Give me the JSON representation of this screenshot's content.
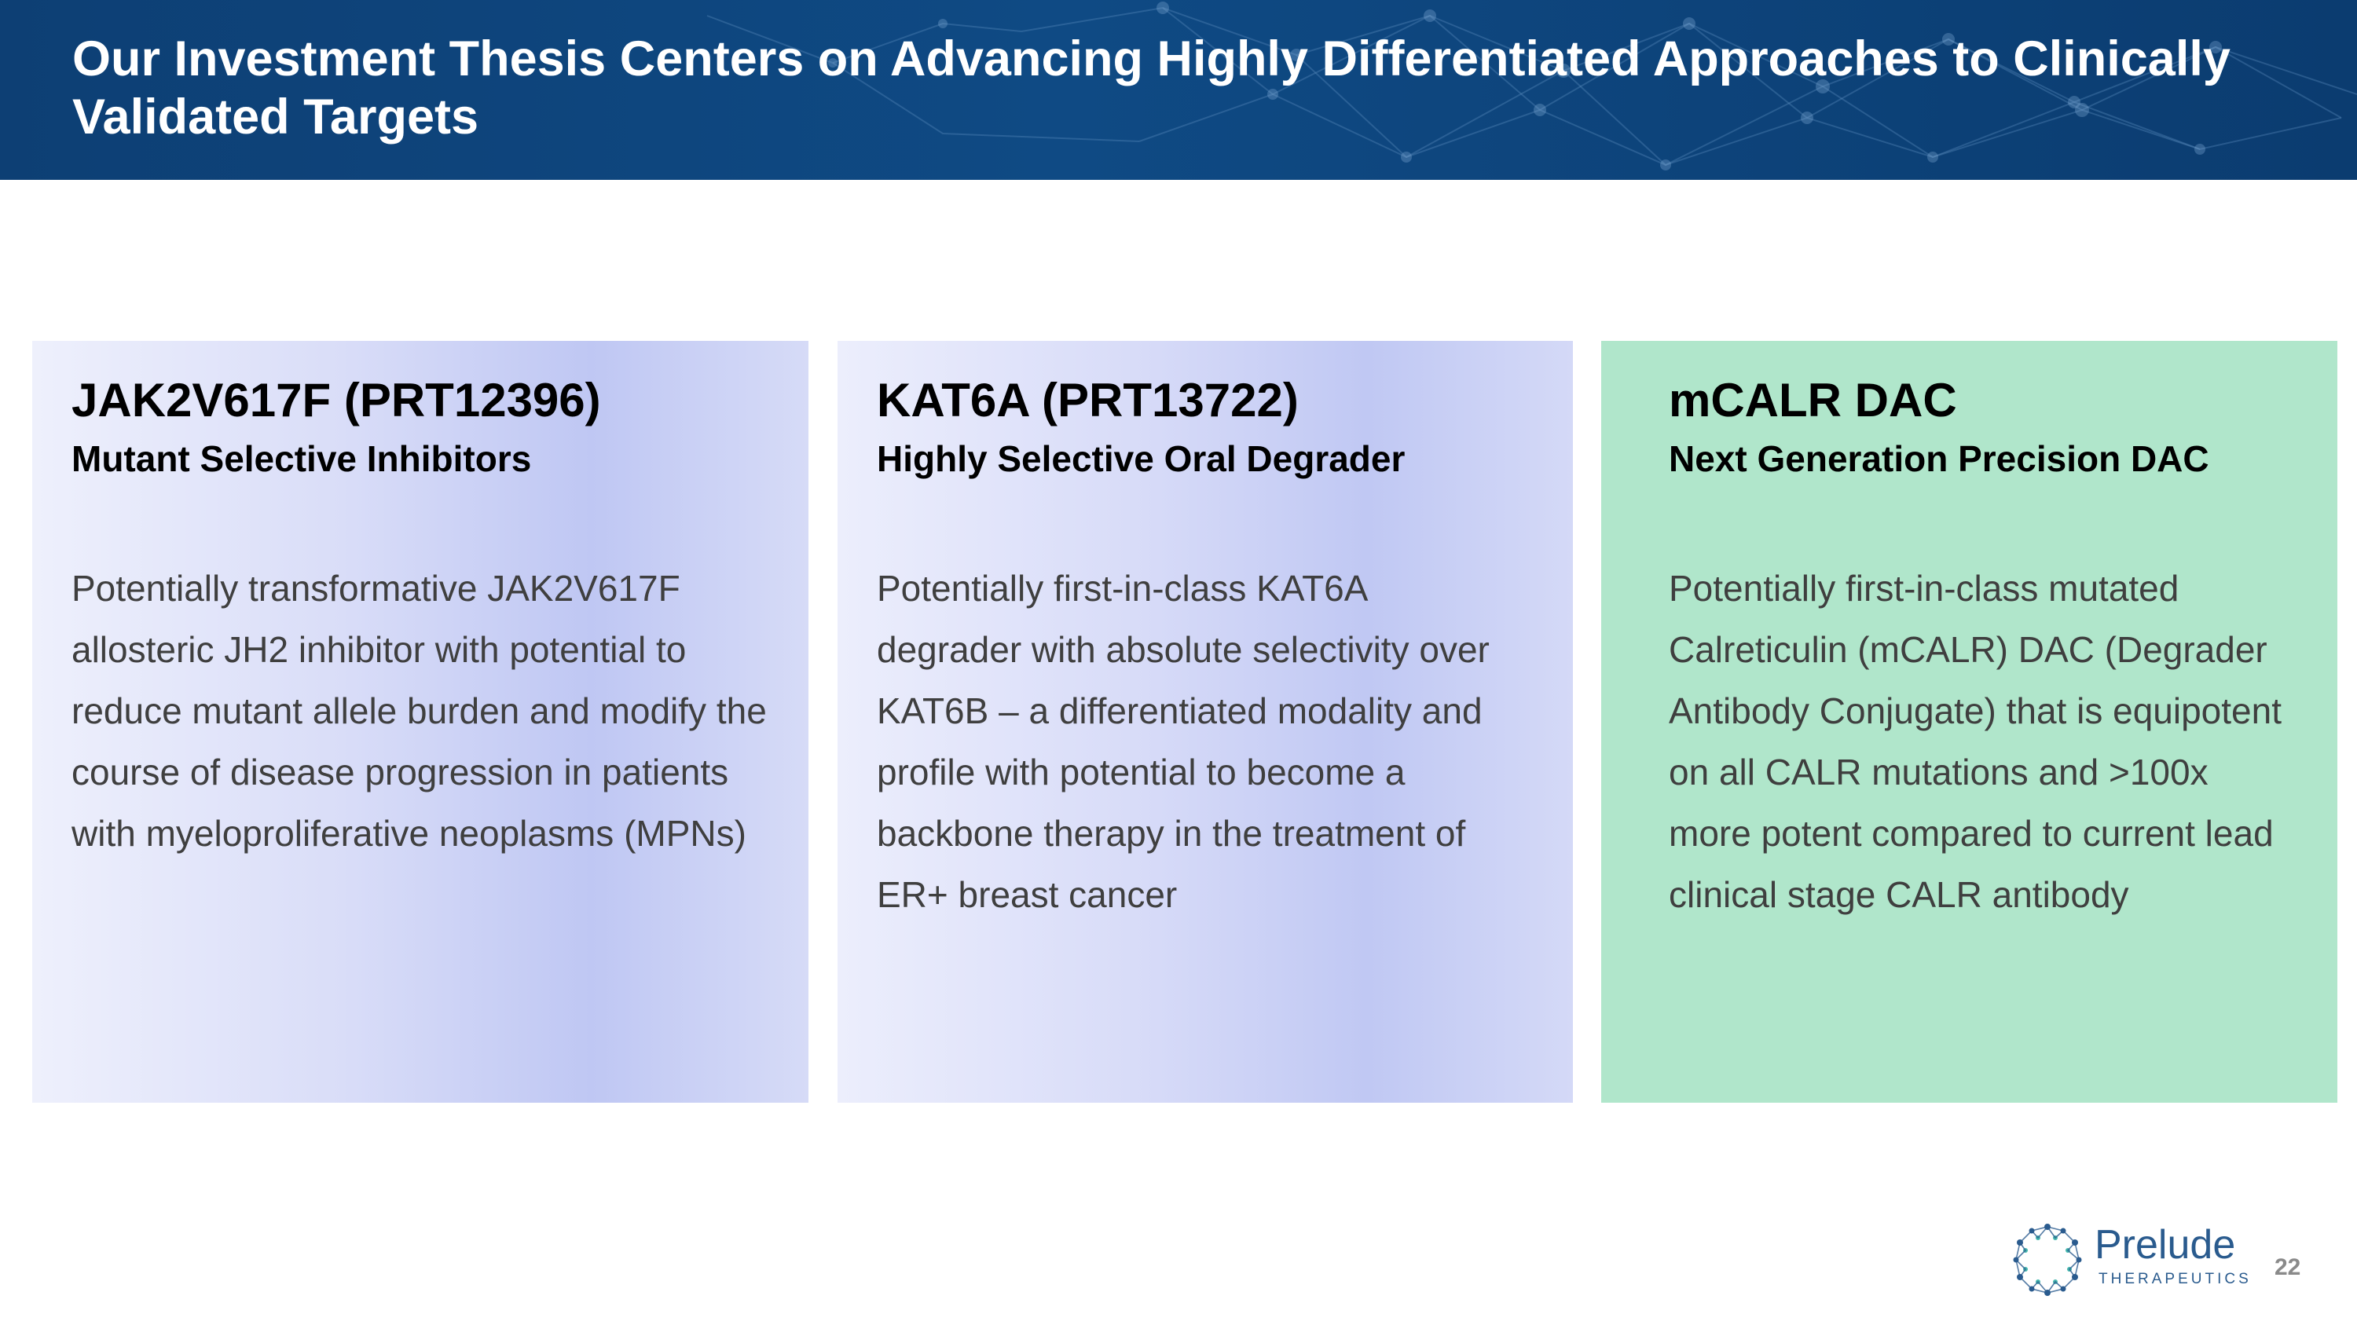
{
  "header": {
    "title": "Our Investment Thesis Centers on Advancing Highly Differentiated Approaches to Clinically Validated Targets"
  },
  "cards": [
    {
      "title": "JAK2V617F (PRT12396)",
      "subtitle": "Mutant Selective Inhibitors",
      "body": "Potentially transformative JAK2V617F allosteric JH2 inhibitor with potential to reduce mutant allele burden and modify the course of disease progression in patients with myeloproliferative neoplasms (MPNs)"
    },
    {
      "title": "KAT6A (PRT13722)",
      "subtitle": "Highly Selective Oral Degrader",
      "body": "Potentially first-in-class KAT6A degrader with absolute selectivity over KAT6B – a differentiated modality and profile with potential to become a backbone therapy in the treatment of ER+ breast cancer"
    },
    {
      "title": "mCALR DAC",
      "subtitle": "Next Generation Precision DAC",
      "body": "Potentially first-in-class mutated Calreticulin (mCALR) DAC (Degrader Antibody Conjugate) that is equipotent on all CALR mutations and >100x more potent compared to current lead clinical stage CALR antibody"
    }
  ],
  "logo": {
    "name": "Prelude",
    "sub": "THERAPEUTICS",
    "icon": "molecule-ring-icon"
  },
  "page_number": "22",
  "colors": {
    "header_bg": "#0f4a84",
    "card_blue": "#c0c8f3",
    "card_green": "#b0e6cb",
    "body_text": "#3f3f3f",
    "logo": "#2a5b8e"
  }
}
